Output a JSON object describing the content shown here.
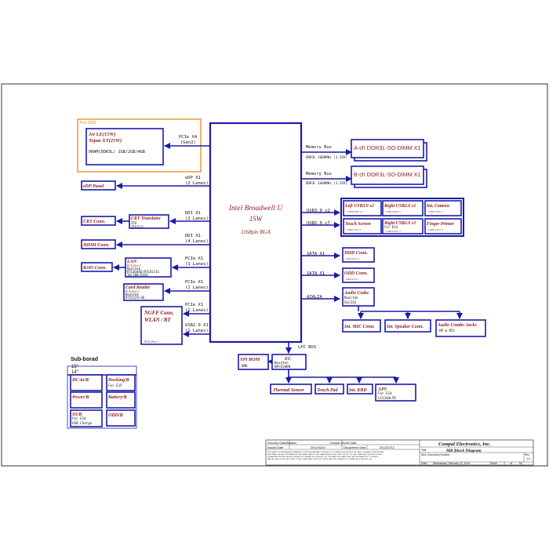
{
  "cpu": {
    "title": "Intel Broadwell U",
    "power": "15W",
    "package": "1168pin BGA"
  },
  "dis": {
    "label": "For DIS",
    "gpu1": "Jet LE(15W)",
    "gpu2": "Topaz XT(25W)",
    "vram": "VRAM(DDR3L) 1GB/2GB/4GB",
    "bus": "PCIe X4",
    "bus_sub": "(Gen2)"
  },
  "left": {
    "edp_bus": "eDP X1",
    "edp_lanes": "(2 Lanes)",
    "edp": "eDP Panel",
    "crt": "CRT Conn.",
    "crt_tr": "CRT Translator",
    "crt_tr_v": "ITE",
    "crt_tr_p": "IT6513",
    "ddi1_bus": "DDI X1",
    "ddi1_lanes": "(2 Lanes)",
    "ddi2_bus": "DDI X1",
    "ddi2_lanes": "(4 Lanes)",
    "hdmi": "HDMI Conn.",
    "rj45": "RJ45 Conn.",
    "lan": "LAN",
    "lan_port": "PCIe Port 6",
    "lan_v": "Realtek",
    "lan_p": "RTL8106E/RTL8111G",
    "lan_s": "10/100/GIGA",
    "pcie1_bus": "PCIe X1",
    "pcie1_lanes": "(1 Lanes)",
    "cr": "Card Reader",
    "cr_port": "PCIe Port 3",
    "cr_v": "Realtek",
    "cr_p": "RTS5229-GR",
    "pcie2_bus": "PCIe X1",
    "pcie2_lanes": "(1 Lanes)",
    "ngff1": "NGFF Conn.",
    "ngff2": "WLAN / BT",
    "ngff_port": "PCIe Port 1",
    "pcie3_bus": "PCIe X1",
    "pcie3_lanes": "(1 Lanes)",
    "usb_bus": "USB2.0 X1",
    "usb_lanes": "(1 Lanes)"
  },
  "right": {
    "mem_bus": "Memory Bus",
    "dimm_a": "A-ch DDR3L-SO-DIMM X1",
    "dimm_b": "B-ch DDR3L-SO-DIMM X1",
    "ddr": "DDR3L 1600MHz (1.35V)",
    "usb3": "USB3.0 x2",
    "usb2": "USB2.0 x7",
    "u1": "Left USB3.0 x2",
    "u1s": "USB30 Port 0,1",
    "u2": "Right USB2.0 x1",
    "u2s": "USB20 Port 0",
    "u3": "Int. Camera",
    "u3s": "USB20 Port 3",
    "u4": "Touch Screen",
    "u4s": "USB20 Port 2",
    "u5": "Right USB2.0 x1",
    "u5a": "For E14",
    "u5s": "USB20 Port 1",
    "u6": "Finger Printer",
    "u6s": "USB20 Port 4",
    "sata1": "SATA X1",
    "hdd": "HDD Conn.",
    "hdd_s": "SATA Port 0",
    "sata2": "SATA X1",
    "odd": "ODD Conn.",
    "odd_s": "SATA Port 1",
    "azalia": "AZALIA",
    "codec": "Audio Codec",
    "codec_v": "Realtek",
    "codec_p": "ALC233",
    "mic": "Int. MIC Conn.",
    "spk": "Int. Speaker Conn.",
    "combo": "Audio Combo Jacks",
    "combo_s": "HP & MIC"
  },
  "bottom": {
    "lpc": "LPC BUS",
    "spi": "SPI ROM",
    "spi_s": "8MB",
    "ec": "EC",
    "ec_v": "Nuvoton",
    "ec_p": "NPCE288N",
    "thermal": "Thermal Sensor",
    "touchpad": "Touch Pad",
    "kbd": "Int. KBD",
    "aps": "APS",
    "aps_a": "For E14",
    "aps_p": "LIS34ALTR"
  },
  "sub": {
    "title": "Sub-borad",
    "s15": "15\"",
    "s14": "14\"",
    "dcin": "DC-in/B",
    "dock": "Docking/B",
    "dock_s": "For E15",
    "power": "Power/B",
    "battery": "Battery/B",
    "io": "IO/B",
    "io_a": "For E14",
    "io_b": "USB Charge",
    "odd": "ODD/B"
  },
  "titleblock": {
    "sec_class": "Security Classification",
    "sec": "Compal Secret Data",
    "company": "Compal Electronics, Inc.",
    "issued": "Issued Date",
    "issued_v": "2011/06/24",
    "deciph": "Deciphered Date",
    "deciph_v": "2012/07/12",
    "title_l": "Title",
    "title": "MB Block Diagram",
    "size": "Size",
    "docnum": "Document Number",
    "rev": "Rev",
    "rev_v": "1.0",
    "date_l": "Date:",
    "date_v": "Wednesday, February 12, 2014",
    "sheet": "Sheet",
    "sheet_n": "2",
    "of": "of",
    "total": "60",
    "legal1": "THIS SHEET OF ENGINEERING DRAWING IS THE PROPRIETARY PROPERTY OF COMPAL ELECTRONICS, INC. AND CONTAINS CONFIDENTIAL",
    "legal2": "AND TRADE SECRET INFORMATION. THIS SHEET MAY NOT BE TRANSFERED FROM THE CUSTODY OF THE COMPETENT DIVISION OF R&D",
    "legal3": "DEPARTMENT EXCEPT AS AUTHORIZED BY COMPAL ELECTRONICS, INC. NEITHER THIS SHEET NOR THE INFORMATION IT CONTAINS",
    "legal4": "MAY BE USED BY OR DISCLOSED TO ANY THIRD PARTY WITHOUT PRIOR WRITTEN CONSENT OF COMPAL ELECTRONICS, INC."
  }
}
